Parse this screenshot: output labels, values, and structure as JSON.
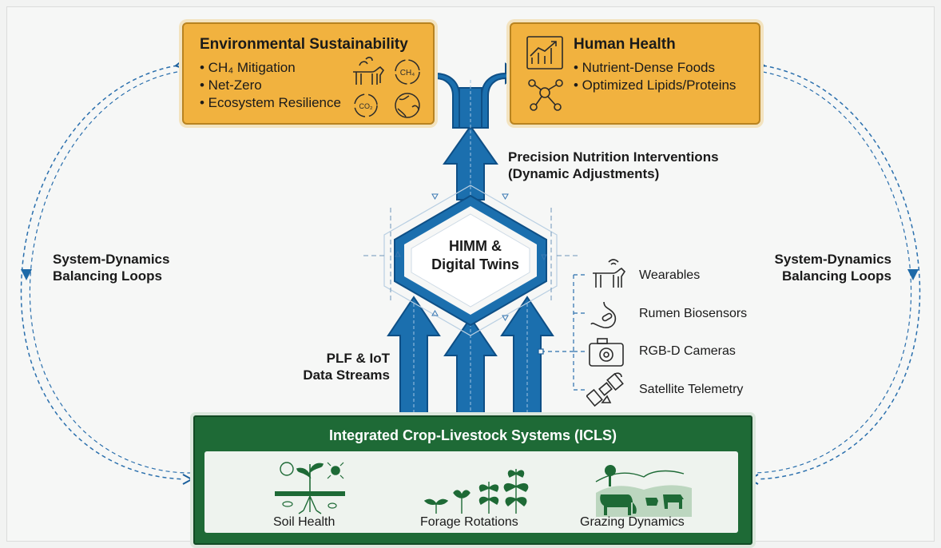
{
  "environment": {
    "title": "Environmental Sustainability",
    "items": [
      "• CH₄ Mitigation",
      "• Net-Zero",
      "• Ecosystem Resilience"
    ],
    "icons": [
      "cow-icon",
      "ch4-icon",
      "co2-cycle-icon",
      "globe-icon"
    ]
  },
  "health": {
    "title": "Human Health",
    "items": [
      "• Nutrient-Dense Foods",
      "• Optimized Lipids/Proteins"
    ],
    "icons": [
      "growth-chart-icon",
      "molecule-icon"
    ]
  },
  "interventions": {
    "line1": "Precision Nutrition Interventions",
    "line2": "(Dynamic Adjustments)"
  },
  "core": {
    "line1": "HIMM &",
    "line2": "Digital Twins"
  },
  "data_streams": {
    "line1": "PLF & IoT",
    "line2": "Data Streams"
  },
  "loops": {
    "left": [
      "System-Dynamics",
      "Balancing Loops"
    ],
    "right": [
      "System-Dynamics",
      "Balancing Loops"
    ]
  },
  "sensors": [
    {
      "label": "Wearables",
      "icon": "cow-wearable-icon"
    },
    {
      "label": "Rumen Biosensors",
      "icon": "stomach-sensor-icon"
    },
    {
      "label": "RGB-D Cameras",
      "icon": "camera-icon"
    },
    {
      "label": "Satellite Telemetry",
      "icon": "satellite-icon"
    }
  ],
  "icls": {
    "title": "Integrated Crop-Livestock Systems (ICLS)",
    "components": [
      {
        "label": "Soil Health",
        "icon": "soil-plant-icon"
      },
      {
        "label": "Forage Rotations",
        "icon": "seedlings-icon"
      },
      {
        "label": "Grazing Dynamics",
        "icon": "grazing-cattle-icon"
      }
    ]
  },
  "colors": {
    "orange": "#f1b23f",
    "blue": "#1b6fae",
    "navy": "#0e4f86",
    "green": "#1e6a36"
  }
}
